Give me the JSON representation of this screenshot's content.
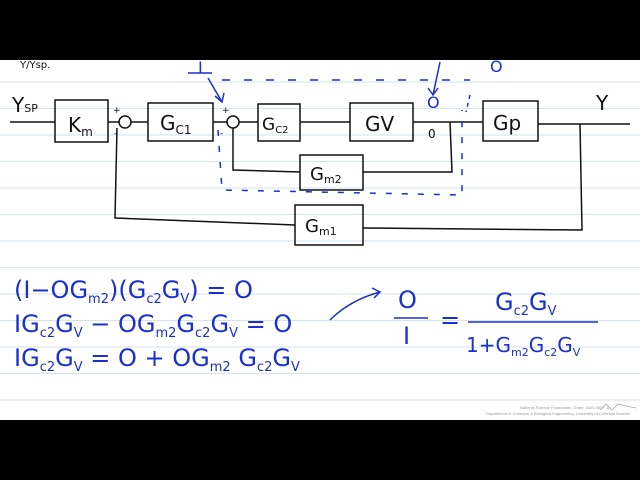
{
  "header_fragment": "Y/Ysp.",
  "diagram": {
    "input": {
      "main": "Y",
      "sub": "SP"
    },
    "output": "Y",
    "blocks": {
      "km": {
        "main": "K",
        "sub": "m"
      },
      "gc1": {
        "main": "G",
        "sub": "C1"
      },
      "gc2": {
        "main": "G",
        "sub": "C2"
      },
      "gv": "GV",
      "gp": "Gp",
      "gm2": {
        "main": "G",
        "sub": "m2"
      },
      "gm1": {
        "main": "G",
        "sub": "m1"
      }
    },
    "signs": {
      "plus": "+",
      "minus": "-"
    },
    "annotations": {
      "input_I": "I",
      "output_O": "O",
      "inner_O": "O",
      "zero": "0"
    }
  },
  "equations": {
    "line1": {
      "a": "(I−OG",
      "s1": "m2",
      "b": ")(G",
      "s2": "c2",
      "c": "G",
      "s3": "V",
      "d": ") = O"
    },
    "line2": {
      "a": "IG",
      "s1": "c2",
      "b": "G",
      "s2": "V",
      "c": " − OG",
      "s3": "m2",
      "d": "G",
      "s4": "c2",
      "e": "G",
      "s5": "V",
      "f": " = O"
    },
    "line3": {
      "a": "IG",
      "s1": "c2",
      "b": "G",
      "s2": "V",
      "c": " = O + OG",
      "s3": "m2",
      "d": " G",
      "s4": "c2",
      "e": "G",
      "s5": "V"
    },
    "fraction": {
      "lhs_num": "O",
      "lhs_den": "I",
      "equals": "=",
      "rhs_num": {
        "a": "G",
        "s1": "c2",
        "b": "G",
        "s2": "V"
      },
      "rhs_den": {
        "a": "1+G",
        "s1": "m2",
        "b": "G",
        "s2": "c2",
        "c": "G",
        "s3": "V"
      }
    }
  },
  "footer": {
    "line1": "National Science Foundation, Grant: DUE-0817, &",
    "line2": "Department of Chemical & Biological Engineering, University of Colorado Boulder"
  },
  "colors": {
    "ink": "#111111",
    "annotation": "#1a2fd0",
    "rule": "#cfe0ee",
    "paper": "#ffffff"
  }
}
